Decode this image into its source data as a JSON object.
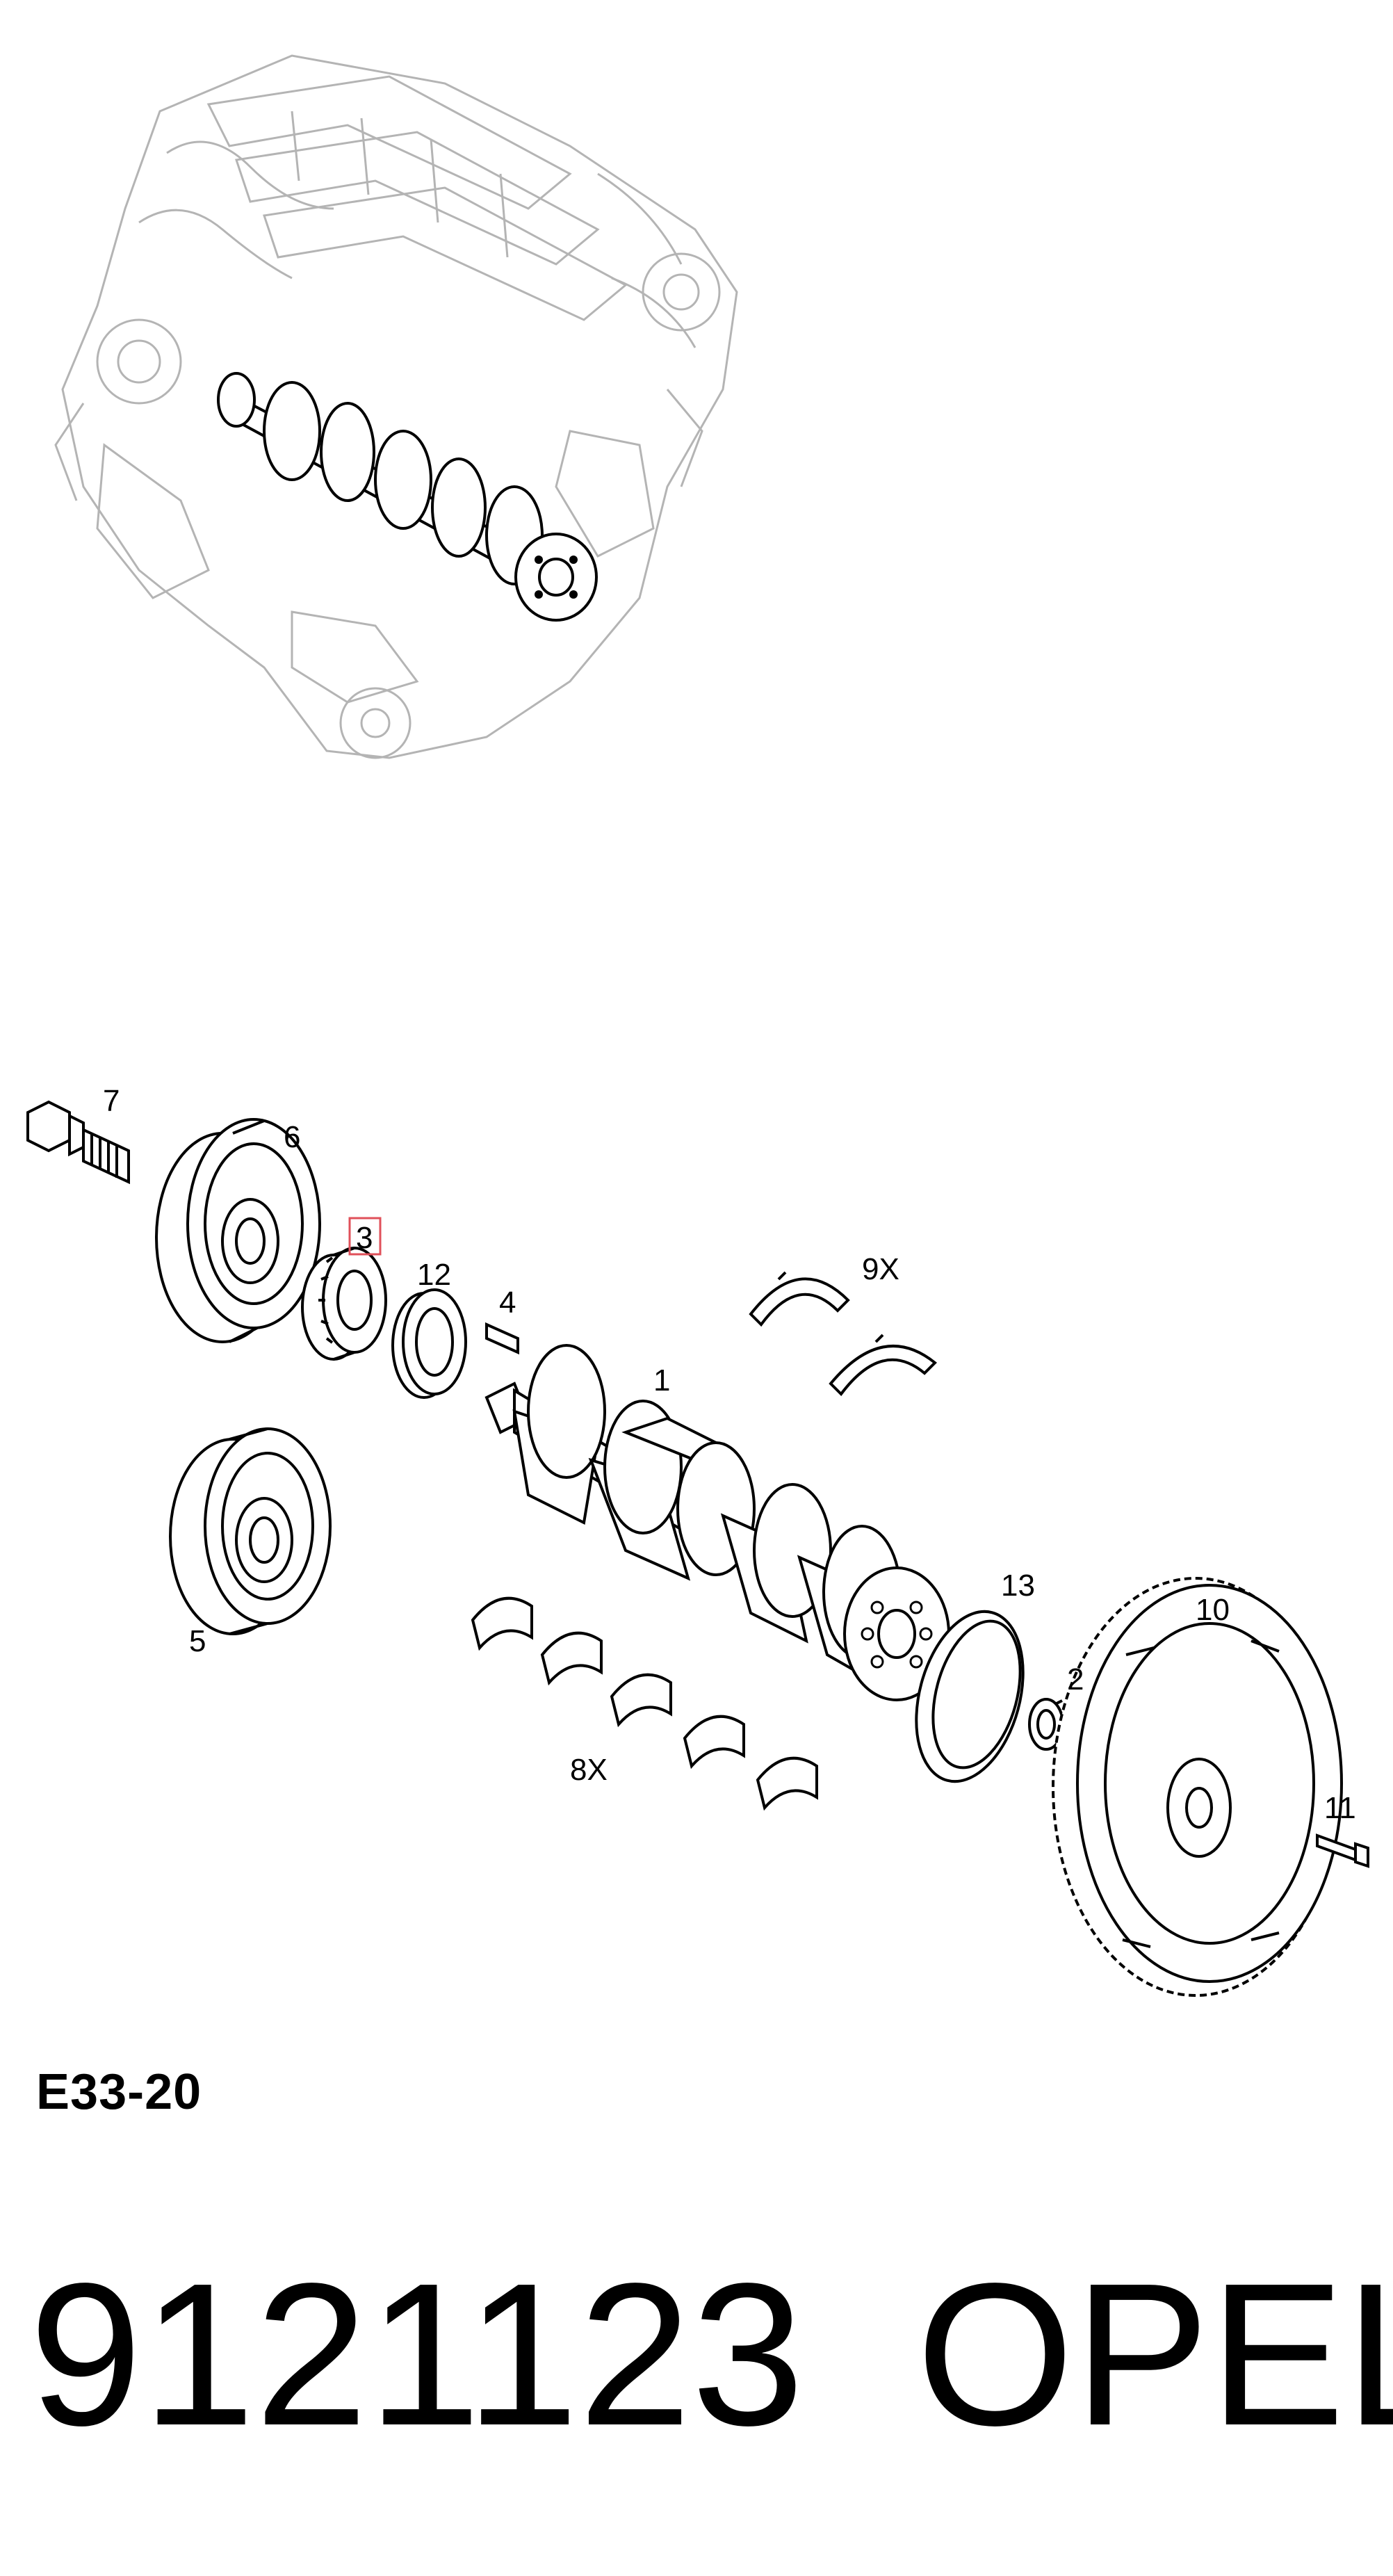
{
  "callouts": {
    "c1": "1",
    "c2": "2",
    "c3": "3",
    "c4": "4",
    "c5": "5",
    "c6": "6",
    "c7": "7",
    "c8": "8X",
    "c9": "9X",
    "c10": "10",
    "c11": "11",
    "c12": "12",
    "c13": "13"
  },
  "highlighted_callout": "3",
  "highlight_color": "#e0505a",
  "diagram_code": "E33-20",
  "part_number": "9121123",
  "brand": "OPEL"
}
